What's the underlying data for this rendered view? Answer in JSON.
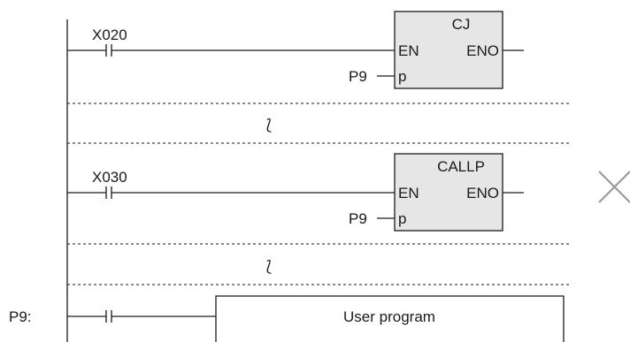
{
  "rung1": {
    "contact_label": "X020",
    "block_name": "CJ",
    "en_label": "EN",
    "eno_label": "ENO",
    "pointer_operand": "P9",
    "pointer_pin": "p"
  },
  "gap1": {
    "break_symbol": "⟅"
  },
  "rung2": {
    "contact_label": "X030",
    "block_name": "CALLP",
    "en_label": "EN",
    "eno_label": "ENO",
    "pointer_operand": "P9",
    "pointer_pin": "p"
  },
  "gap2": {
    "break_symbol": "⟅"
  },
  "rung3": {
    "pointer_label": "P9:",
    "box_label": "User program"
  },
  "icons": {
    "cross": "cross-icon",
    "contact": "contact-icon"
  },
  "colors": {
    "block_fill": "#e6e6e6",
    "line": "#1a1a1a",
    "cross": "#9a9a9a"
  }
}
